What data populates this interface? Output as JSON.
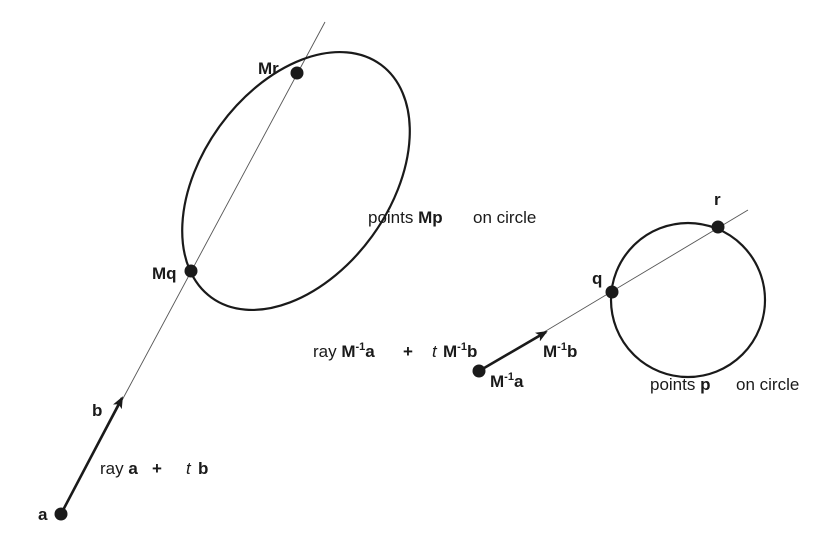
{
  "colors": {
    "ink": "#1a1a1a",
    "thin_line": "#555555",
    "background": "#ffffff"
  },
  "left_figure": {
    "point_a_label": "a",
    "vector_b_label": "b",
    "point_mr_label": "Mr",
    "point_mq_label": "Mq",
    "ray_label": {
      "prefix": "ray ",
      "a": "a",
      "plus": "+",
      "t": "t",
      "b": "b"
    },
    "ellipse_label": {
      "prefix": "points ",
      "mp": "Mp",
      "suffix": "on circle"
    }
  },
  "right_figure": {
    "start_point_label": {
      "m": "M",
      "sup": "-1",
      "a": "a"
    },
    "vector_label": {
      "m": "M",
      "sup": "-1",
      "b": "b"
    },
    "point_q_label": "q",
    "point_r_label": "r",
    "ray_label": {
      "prefix": "ray ",
      "m1": "M",
      "sup1": "-1",
      "a": "a",
      "plus": "+",
      "t": "t",
      "m2": "M",
      "sup2": "-1",
      "b": "b"
    },
    "circle_label": {
      "prefix": "points ",
      "p": "p",
      "suffix": "on circle"
    }
  }
}
